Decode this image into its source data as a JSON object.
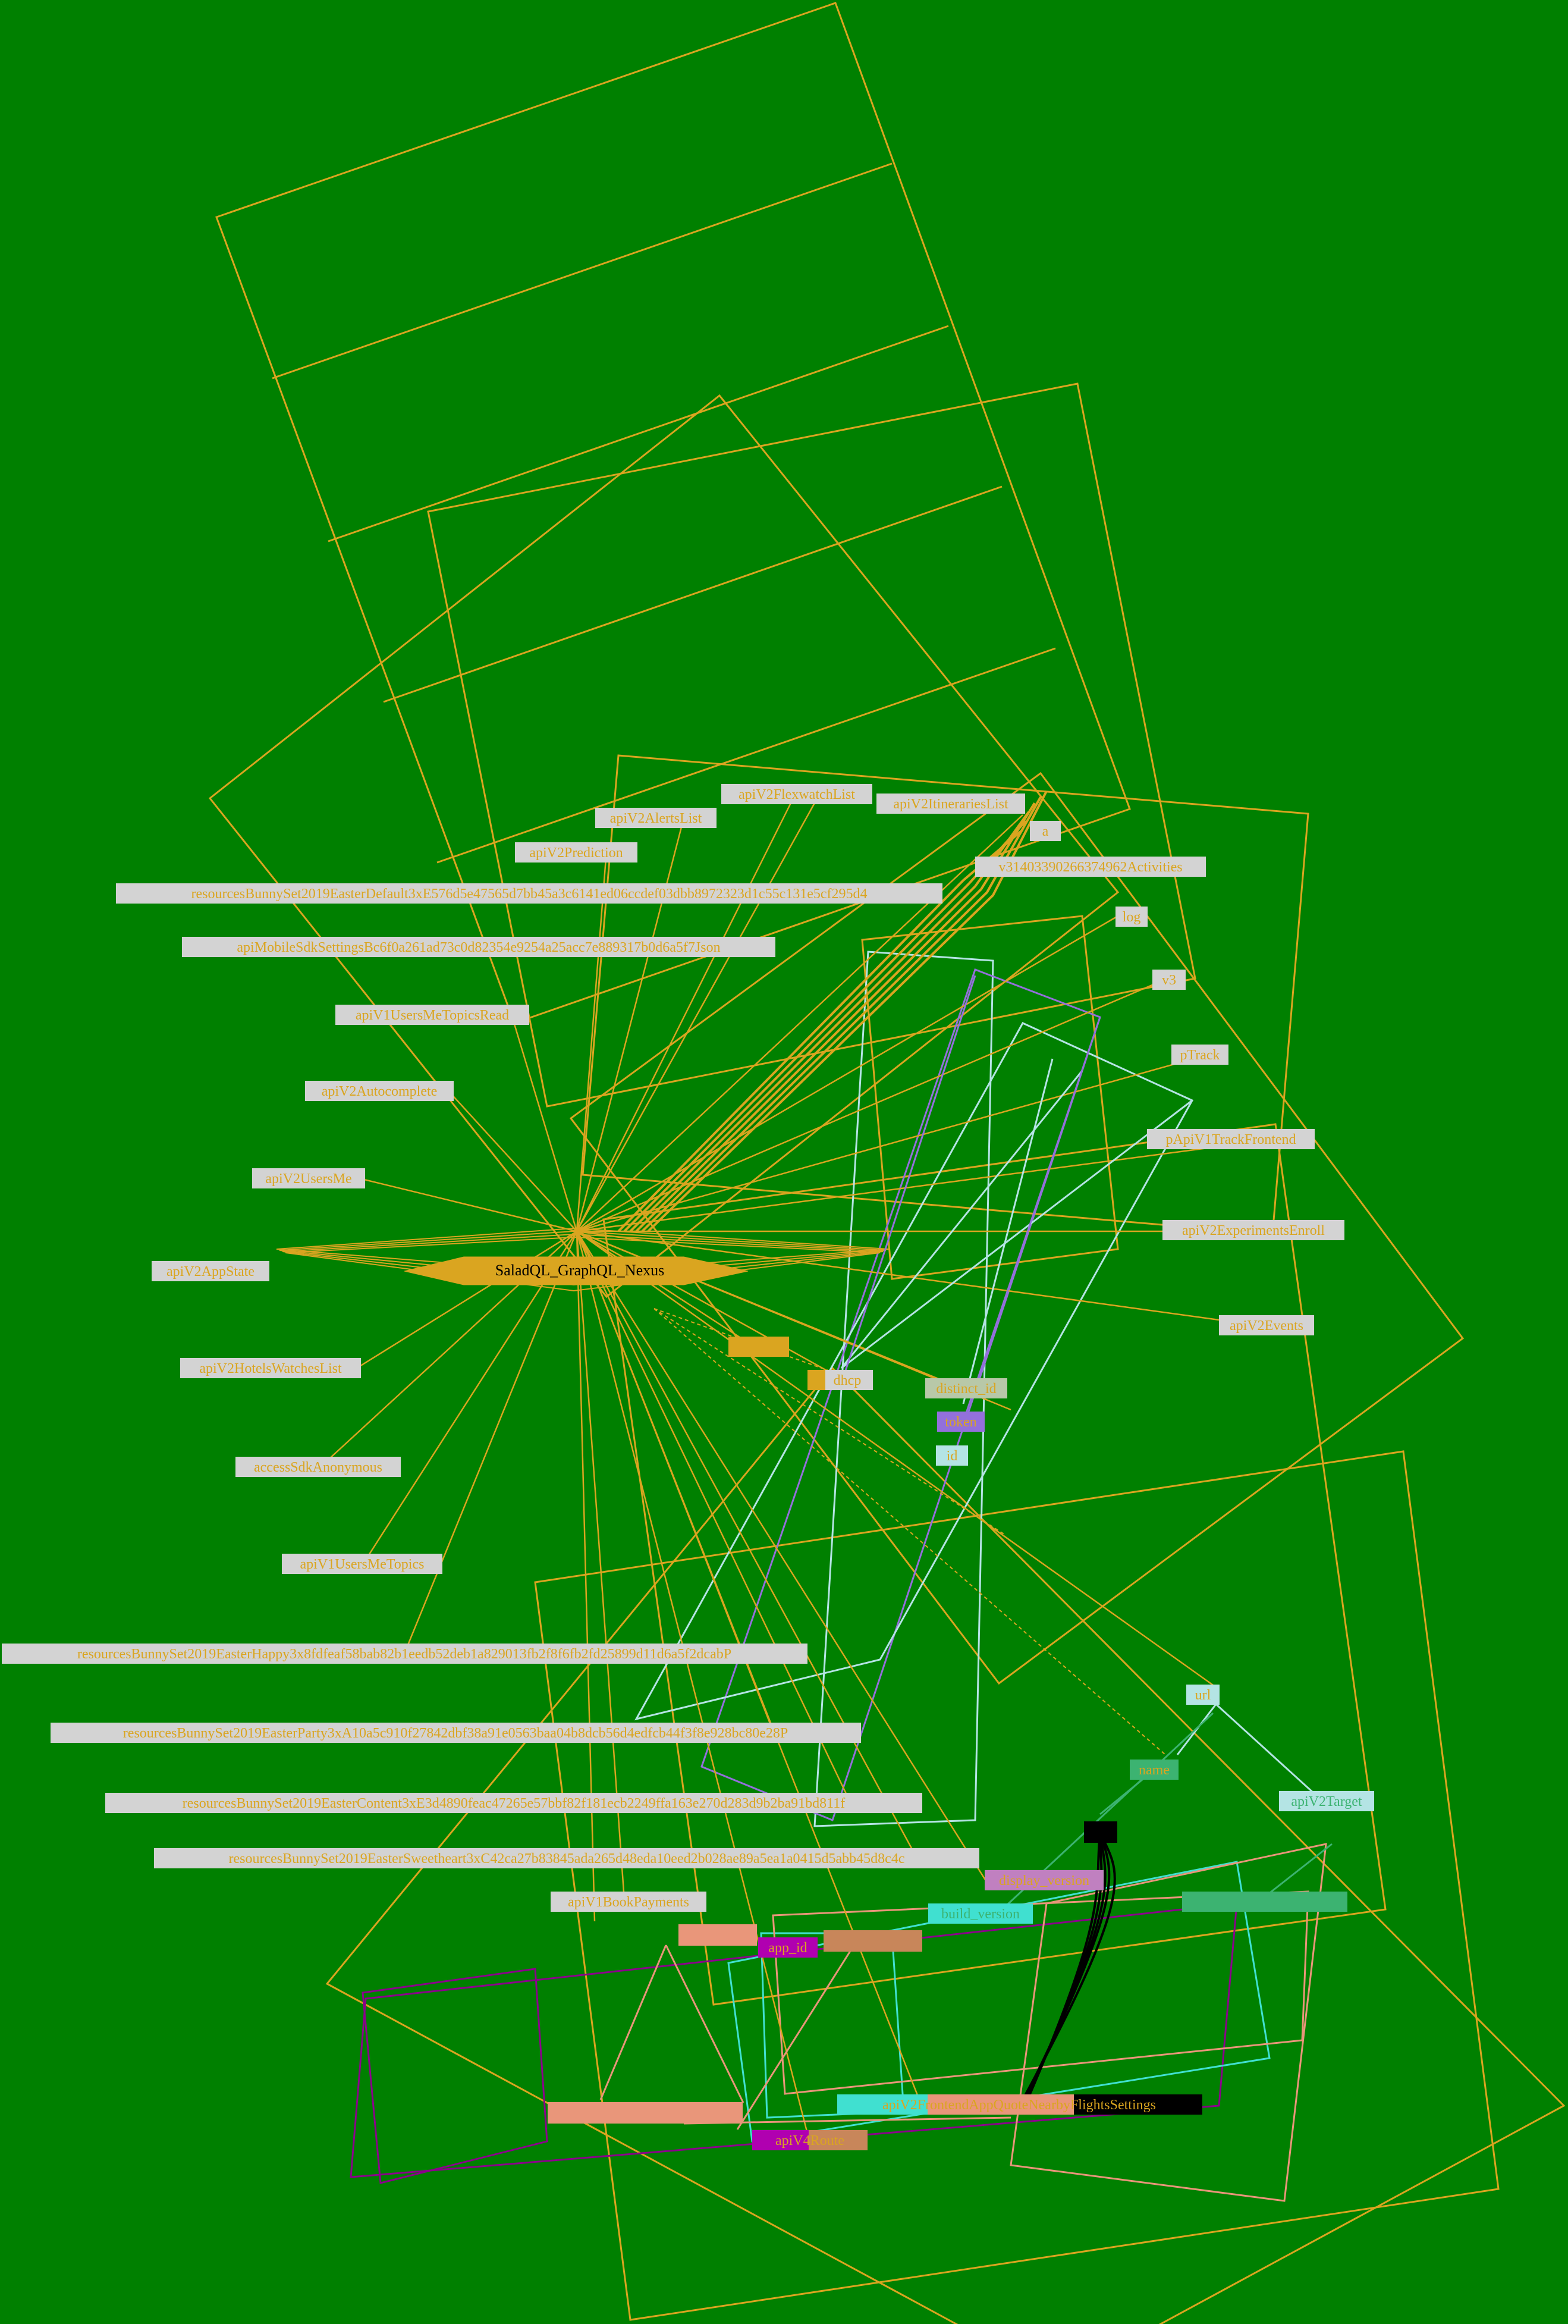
{
  "colors": {
    "background": "#008000",
    "edge_orange": "#daa520",
    "node_fill": "#d3d3d3",
    "hub_fill": "#daa520",
    "edge_lightcyan": "#b4e4e4",
    "edge_purple": "#9370db",
    "edge_black": "#000000",
    "edge_turquoise": "#40e0d0",
    "edge_salmon": "#e9967a",
    "edge_magenta": "#8b008b"
  },
  "hub": {
    "label": "SaladQL_GraphQL_Nexus"
  },
  "nodes": {
    "apiV2FlexwatchList": "apiV2FlexwatchList",
    "apiV2ItinerariesList": "apiV2ItinerariesList",
    "apiV2AlertsList": "apiV2AlertsList",
    "a": "a",
    "apiV2Prediction": "apiV2Prediction",
    "v3Activities": "v31403390266374962Activities",
    "resourcesEasterDefault": "resourcesBunnySet2019EasterDefault3xE576d5e47565d7bb45a3c6141ed06ccdef03dbb8972323d1c55c131e5cf295d4",
    "log": "log",
    "apiMobileSdkSettings": "apiMobileSdkSettingsBc6f0a261ad73c0d82354e9254a25acc7e889317b0d6a5f7Json",
    "v3": "v3",
    "apiV1UsersMeTopicsRead": "apiV1UsersMeTopicsRead",
    "pTrack": "pTrack",
    "apiV2Autocomplete": "apiV2Autocomplete",
    "pApiV1TrackFrontend": "pApiV1TrackFrontend",
    "apiV2UsersMe": "apiV2UsersMe",
    "apiV2ExperimentsEnroll": "apiV2ExperimentsEnroll",
    "apiV2AppState": "apiV2AppState",
    "apiV2Events": "apiV2Events",
    "apiV2HotelsWatchesList": "apiV2HotelsWatchesList",
    "accessSdkAnonymous": "accessSdkAnonymous",
    "apiV1UsersMeTopics": "apiV1UsersMeTopics",
    "resourcesEasterHappy": "resourcesBunnySet2019EasterHappy3x8fdfeaf58bab82b1eedb52deb1a829013fb2f8f6fb2fd25899d11d6a5f2dcabP",
    "resourcesEasterParty": "resourcesBunnySet2019EasterParty3xA10a5c910f27842dbf38a91e0563baa04b8dcb56d4edfcb44f3f8e928bc80e28P",
    "resourcesEasterContent": "resourcesBunnySet2019EasterContent3xE3d4890feac47265e57bbf82f181ecb2249ffa163e270d283d9b2ba91bd811f",
    "resourcesEasterSweetheart": "resourcesBunnySet2019EasterSweetheart3xC42ca27b83845ada265d48eda10eed2b028ae89a5ea1a0415d5abb45d8c4c",
    "apiV1BookPayments": "apiV1BookPayments",
    "dhcp": "dhcp",
    "distinct_id": "distinct_id",
    "token": "token",
    "id": "id",
    "url": "url",
    "name": "name",
    "apiV2Target": "apiV2Target",
    "display_version": "display_version",
    "build_version": "build_version",
    "apiV2FrontendAppQuoteNearbyFlightsSettings": "apiV2FrontendAppQuoteNearbyFlightsSettings",
    "apiV4Route": "apiV4Route",
    "app_id": "app_id"
  }
}
